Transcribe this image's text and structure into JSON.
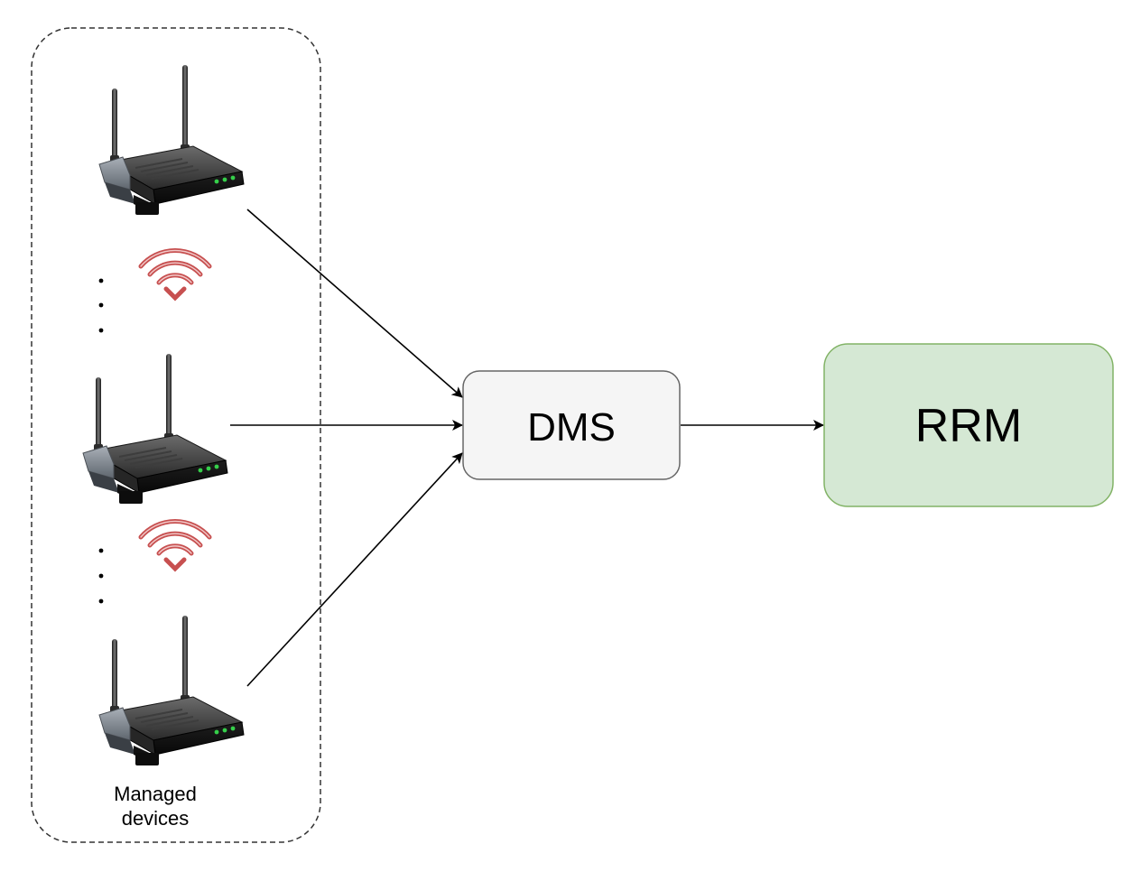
{
  "group": {
    "label_line1": "Managed",
    "label_line2": "devices"
  },
  "nodes": {
    "dms": {
      "label": "DMS",
      "fill": "#f5f5f5",
      "stroke": "#666666"
    },
    "rrm": {
      "label": "RRM",
      "fill": "#d5e8d4",
      "stroke": "#82b366"
    }
  },
  "icons": {
    "device": "wireless-router-icon",
    "signal": "wifi-signal-icon",
    "signal_color": "#c75050",
    "ellipsis": "vertical-ellipsis-icon"
  },
  "edges": [
    {
      "from": "router-1",
      "to": "dms"
    },
    {
      "from": "router-2",
      "to": "dms"
    },
    {
      "from": "router-3",
      "to": "dms"
    },
    {
      "from": "dms",
      "to": "rrm"
    }
  ]
}
